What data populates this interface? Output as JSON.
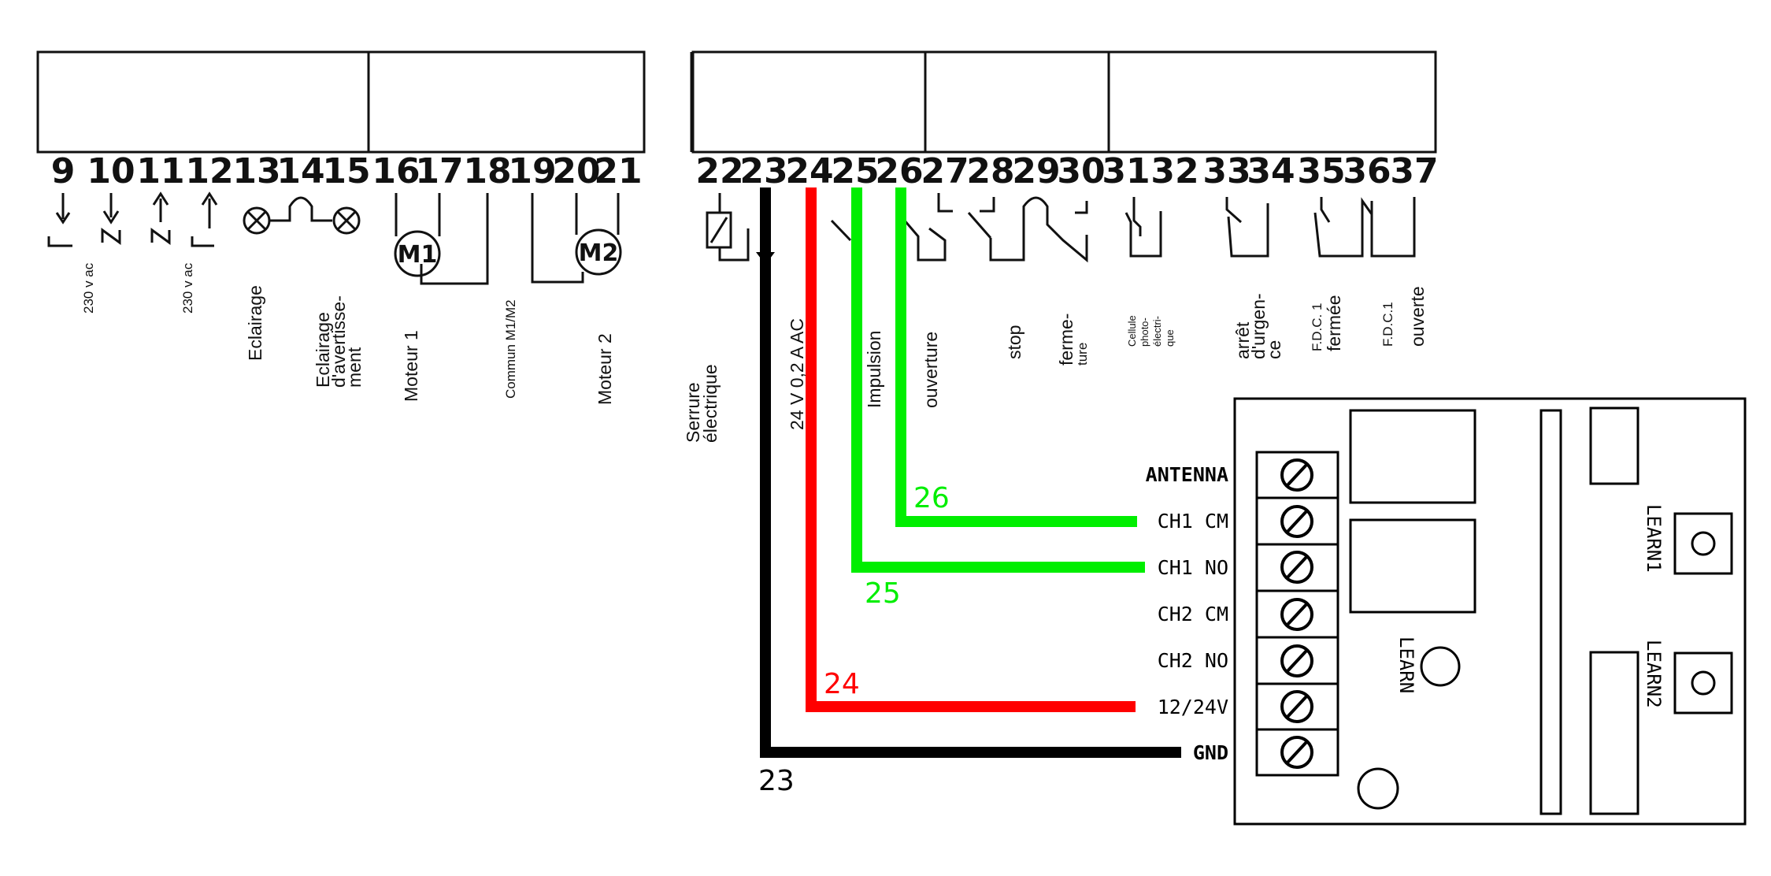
{
  "terminals": [
    "9",
    "10",
    "11",
    "12",
    "13",
    "14",
    "15",
    "16",
    "17",
    "18",
    "19",
    "20",
    "21",
    "22",
    "23",
    "24",
    "25",
    "26",
    "27",
    "28",
    "29",
    "30",
    "31",
    "32",
    "33",
    "34",
    "35",
    "36",
    "37"
  ],
  "terminal_labels": {
    "t10": "230 v ac",
    "t12": "230 v ac",
    "t13": "Eclairage",
    "t15_l1": "Eclairage",
    "t15_l2": "d'avertisse-",
    "t15_l3": "ment",
    "t16": "Moteur 1",
    "t18": "Commun M1/M2",
    "t20": "Moteur 2",
    "t22_l1": "Serrure",
    "t22_l2": "électrique",
    "t24": "24 V 0,2 A AC",
    "t25": "Impulsion",
    "t26": "ouverture",
    "t28": "stop",
    "t30_l1": "ferme-",
    "t30_l2": "ture",
    "t32_l1": "Cellule",
    "t32_l2": "photo-",
    "t32_l3": "électri-",
    "t32_l4": "que",
    "t34_l1": "arrêt",
    "t34_l2": "d'urgen-",
    "t34_l3": "ce",
    "t35_l1": "F.D.C. 1",
    "t35_l2": "fermée",
    "t37_l1": "F.D.C.1",
    "t37_l2": "ouverte"
  },
  "motors": {
    "m1": "M1",
    "m2": "M2"
  },
  "receiver": {
    "pins": [
      "ANTENNA",
      "CH1 CM",
      "CH1 NO",
      "CH2 CM",
      "CH2 NO",
      "12/24V",
      "GND"
    ],
    "learn": "LEARN",
    "learn1": "LEARN1",
    "learn2": "LEARN2"
  },
  "wires": [
    {
      "from": "23",
      "to": "GND",
      "color": "#000000",
      "label": "23"
    },
    {
      "from": "24",
      "to": "12/24V",
      "color": "#ff0000",
      "label": "24"
    },
    {
      "from": "25",
      "to": "CH1 NO",
      "color": "#00ee00",
      "label": "25"
    },
    {
      "from": "26",
      "to": "CH1 CM",
      "color": "#00ee00",
      "label": "26"
    }
  ],
  "colors": {
    "black_wire": "#000000",
    "red_wire": "#ff0000",
    "green_wire": "#00ee00"
  }
}
